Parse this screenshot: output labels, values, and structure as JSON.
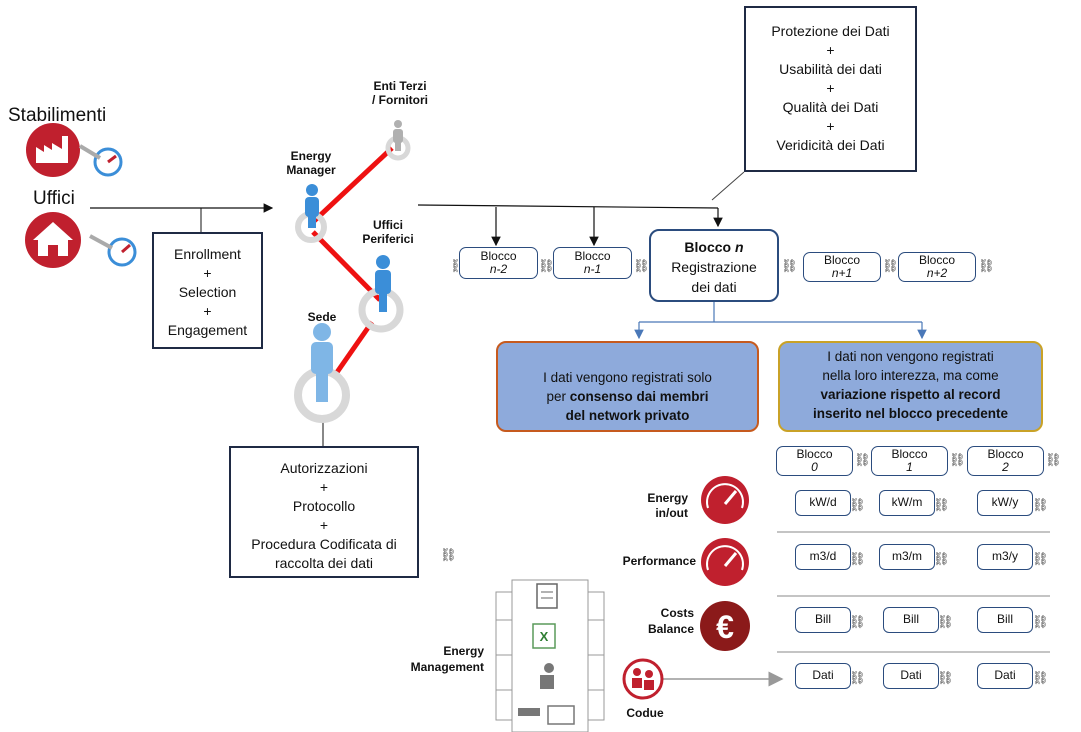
{
  "entities": {
    "stabilimenti": "Stabilimenti",
    "uffici": "Uffici",
    "enti_terzi_1": "Enti Terzi",
    "enti_terzi_2": "/ Fornitori",
    "energy_manager_1": "Energy",
    "energy_manager_2": "Manager",
    "uffici_periferici_1": "Uffici",
    "uffici_periferici_2": "Periferici",
    "sede": "Sede"
  },
  "enrollment_box": [
    "Enrollment",
    "+",
    "Selection",
    "+",
    "Engagement"
  ],
  "authorization_box": [
    "Autorizzazioni",
    "+",
    "Protocollo",
    "+",
    "Procedura Codificata di",
    "raccolta dei dati"
  ],
  "data_box": [
    "Protezione dei Dati",
    "+",
    "Usabilità dei dati",
    "+",
    "Qualità dei Dati",
    "+",
    "Veridicità dei Dati"
  ],
  "chain": {
    "block_word": "Blocco",
    "blocks": [
      {
        "label": "Blocco",
        "index": "n-2"
      },
      {
        "label": "Blocco",
        "index": "n-1"
      },
      {
        "label": "Blocco",
        "index": "n+1"
      },
      {
        "label": "Blocco",
        "index": "n+2"
      }
    ],
    "current": {
      "title": "Blocco",
      "index": "n",
      "line1": "Registrazione",
      "line2": "dei dati"
    }
  },
  "callouts": {
    "left": {
      "plain": "I dati vengono registrati solo",
      "prefix": "per ",
      "bold1": "consenso dai membri",
      "bold2": "del network privato"
    },
    "right": {
      "line1": "I dati non vengono registrati",
      "line2": "nella loro interezza, ma come",
      "bold1": "variazione rispetto al record",
      "bold2": "inserito nel blocco precedente"
    }
  },
  "sub_blocks": [
    {
      "label": "Blocco",
      "index": "0"
    },
    {
      "label": "Blocco",
      "index": "1"
    },
    {
      "label": "Blocco",
      "index": "2"
    }
  ],
  "rows": [
    {
      "label1": "Energy",
      "label2": "in/out",
      "icon": "gauge-icon",
      "cells": [
        "kW/d",
        "kW/m",
        "kW/y"
      ]
    },
    {
      "label1": "Performance",
      "label2": "",
      "icon": "gauge-icon",
      "cells": [
        "m3/d",
        "m3/m",
        "m3/y"
      ]
    },
    {
      "label1": "Costs",
      "label2": "Balance",
      "icon": "euro-icon",
      "cells": [
        "Bill",
        "Bill",
        "Bill"
      ]
    },
    {
      "label1": "",
      "label2": "",
      "icon": "",
      "cells": [
        "Dati",
        "Dati",
        "Dati"
      ]
    }
  ],
  "energy_management": {
    "line1": "Energy",
    "line2": "Management"
  },
  "codue": "Codue",
  "colors": {
    "red": "#c0202e",
    "dark_red": "#8b1a1a",
    "navy": "#1f2a44",
    "block_border": "#2b4c7e",
    "callout_fill": "#8eaadb",
    "callout_left_border": "#c65a1e",
    "callout_right_border": "#c9a227",
    "person_blue": "#3b8ed8",
    "red_line": "#ee1111"
  }
}
